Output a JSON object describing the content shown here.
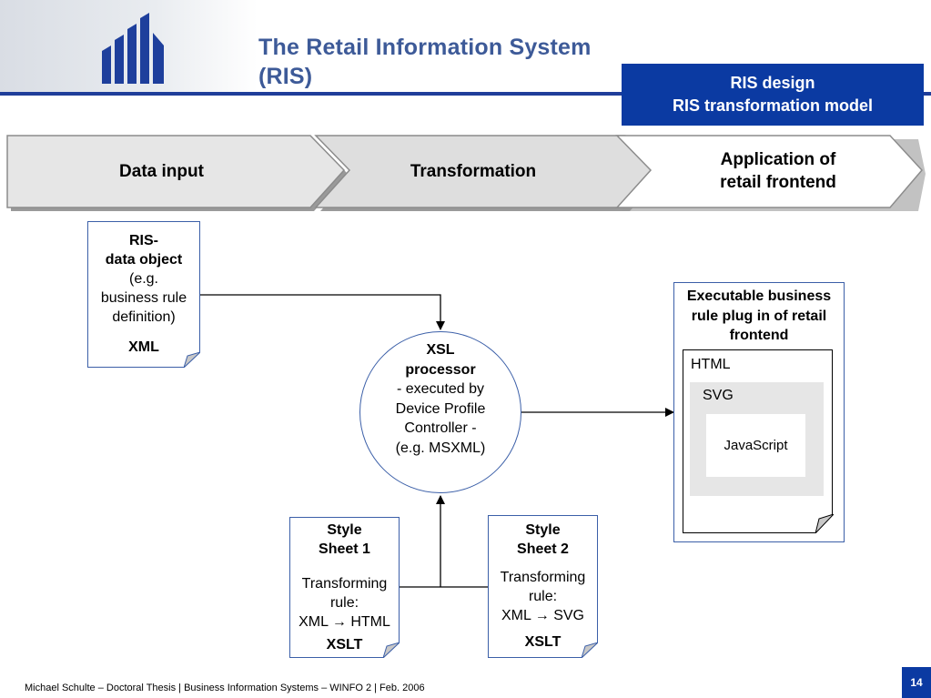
{
  "header": {
    "title_line1": "The Retail Information System",
    "title_line2": "(RIS)",
    "topic_line1": "RIS design",
    "topic_line2": "RIS transformation model"
  },
  "phases": [
    {
      "label": "Data input"
    },
    {
      "label": "Transformation"
    },
    {
      "label_line1": "Application of",
      "label_line2": "retail frontend"
    }
  ],
  "ris_object": {
    "line1": "RIS-",
    "line2": "data object",
    "line3": "(e.g.",
    "line4": "business rule",
    "line5": "definition)",
    "format": "XML"
  },
  "processor": {
    "line1": "XSL",
    "line2": "processor",
    "line3": "- executed by",
    "line4": "Device Profile",
    "line5": "Controller -",
    "line6": "(e.g. MSXML)"
  },
  "stylesheet1": {
    "title1": "Style",
    "title2": "Sheet 1",
    "line1": "Transforming",
    "line2": "rule:",
    "line3": "XML → HTML",
    "format": "XSLT"
  },
  "stylesheet2": {
    "title1": "Style",
    "title2": "Sheet 2",
    "line1": "Transforming",
    "line2": "rule:",
    "line3": "XML → SVG",
    "format": "XSLT"
  },
  "output": {
    "title1": "Executable business",
    "title2": "rule plug in of retail",
    "title3": "frontend",
    "layer1": "HTML",
    "layer2": "SVG",
    "layer3": "JavaScript"
  },
  "footer": {
    "text": "Michael Schulte – Doctoral Thesis | Business Information Systems – WINFO 2 | Feb. 2006",
    "page": "14"
  },
  "colors": {
    "brand_blue": "#0b3aa2",
    "title_blue": "#3d5a98",
    "border_blue": "#3b5fa8"
  }
}
